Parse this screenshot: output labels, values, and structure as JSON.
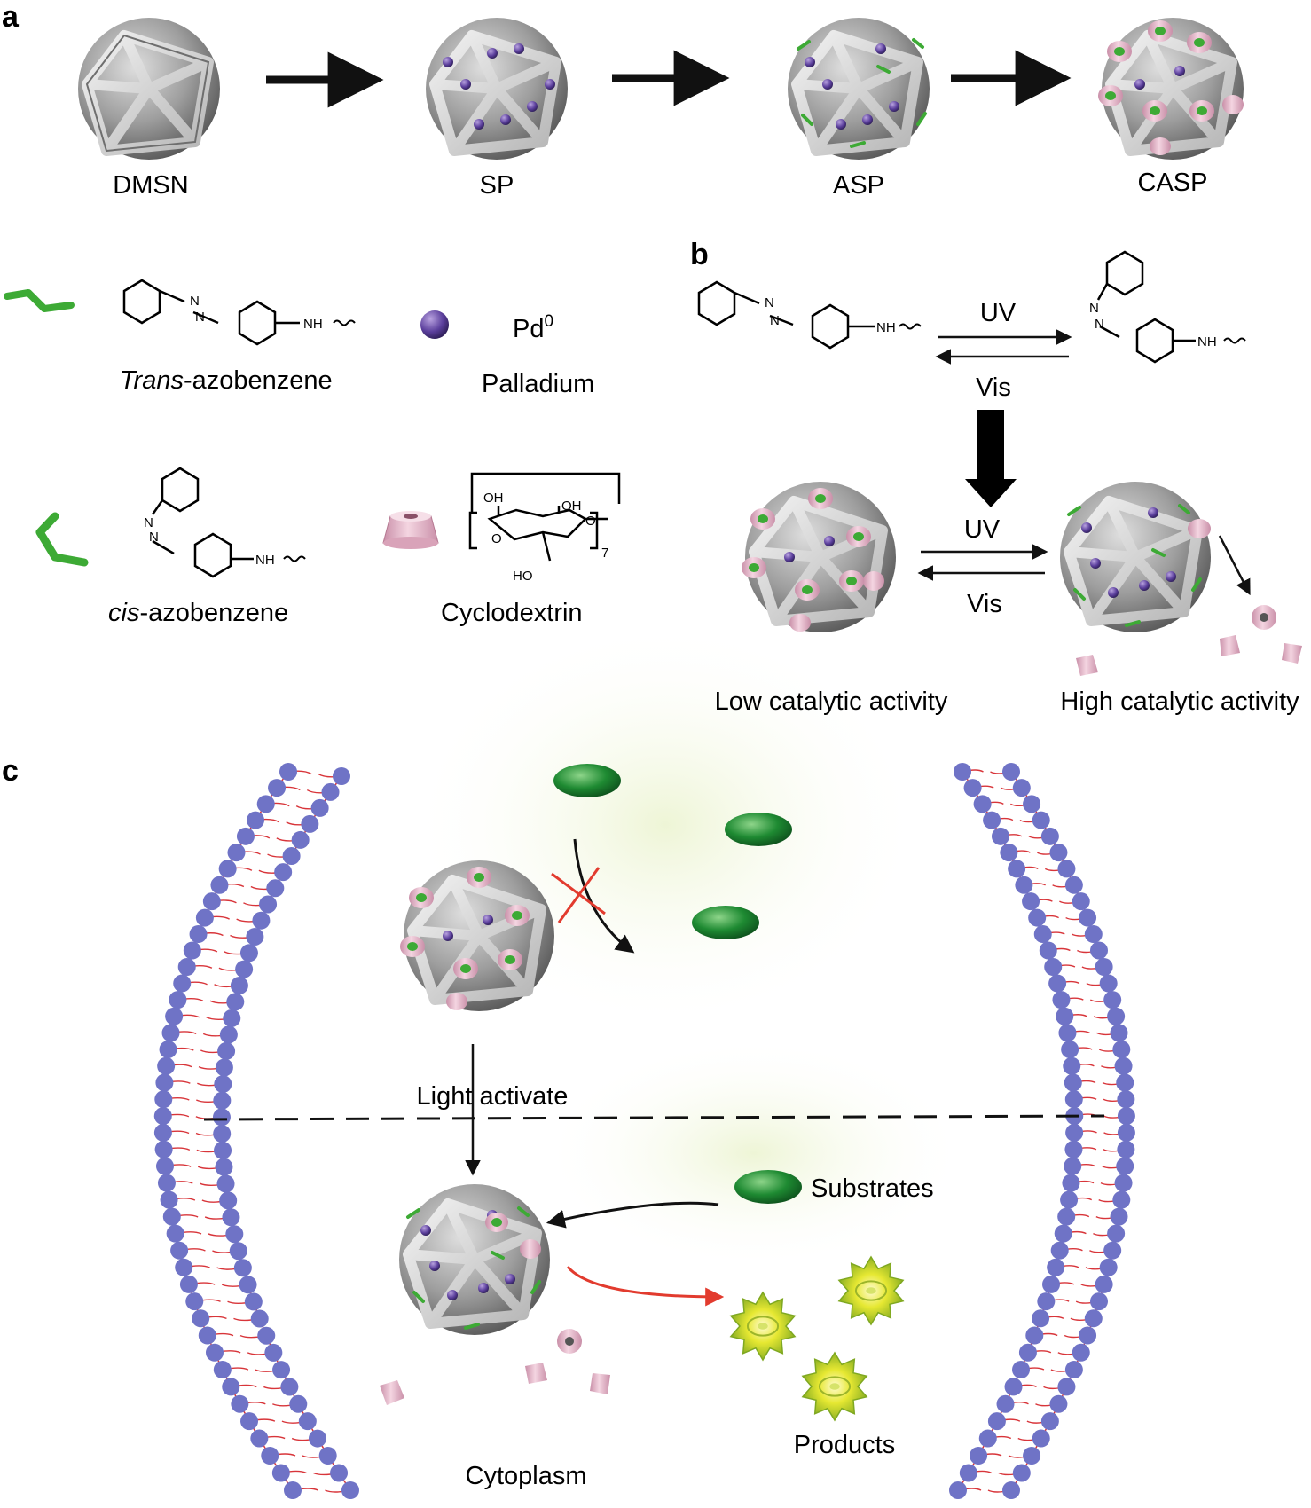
{
  "panels": {
    "a": "a",
    "b": "b",
    "c": "c"
  },
  "panel_a": {
    "steps": [
      "DMSN",
      "SP",
      "ASP",
      "CASP"
    ],
    "legend": {
      "trans_prefix": "Trans",
      "trans_suffix": "-azobenzene",
      "cis_prefix": "cis",
      "cis_suffix": "-azobenzene",
      "palladium_symbol": "Pd",
      "palladium_superscript": "0",
      "palladium_name": "Palladium",
      "cyclodextrin_name": "Cyclodextrin",
      "nh": "NH",
      "n": "N",
      "oh": "OH",
      "ho": "HO",
      "o": "O",
      "repeat": "7"
    }
  },
  "panel_b": {
    "uv": "UV",
    "vis": "Vis",
    "low": "Low catalytic activity",
    "high": "High catalytic activity"
  },
  "panel_c": {
    "light": "Light activate",
    "substrates": "Substrates",
    "products": "Products",
    "cytoplasm": "Cytoplasm"
  },
  "colors": {
    "azo_green": "#3daa35",
    "palladium": "#5b3f9c",
    "cyclodextrin": "#e8b6c9",
    "membrane_head": "#6f73c6",
    "membrane_tail": "#d8353a",
    "substrate": "#1e8a32",
    "product": "#c8d61a",
    "block_red": "#e23b2e"
  }
}
